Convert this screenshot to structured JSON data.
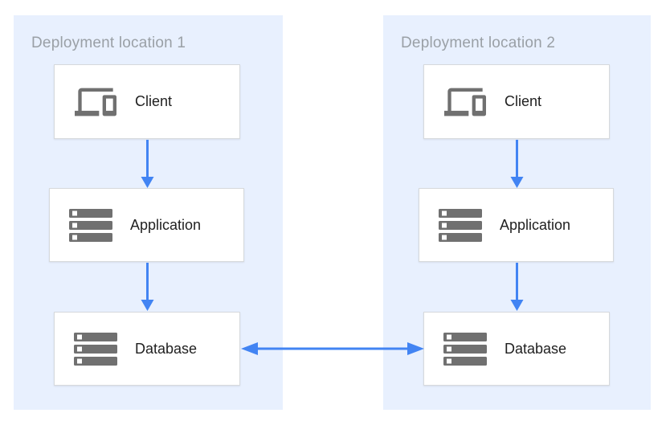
{
  "diagram": {
    "type": "architecture-diagram",
    "locations": [
      {
        "title": "Deployment location 1",
        "nodes": [
          {
            "label": "Client",
            "icon": "devices-icon"
          },
          {
            "label": "Application",
            "icon": "server-stack-icon"
          },
          {
            "label": "Database",
            "icon": "server-stack-icon"
          }
        ]
      },
      {
        "title": "Deployment location 2",
        "nodes": [
          {
            "label": "Client",
            "icon": "devices-icon"
          },
          {
            "label": "Application",
            "icon": "server-stack-icon"
          },
          {
            "label": "Database",
            "icon": "server-stack-icon"
          }
        ]
      }
    ],
    "connections": [
      {
        "from": "location-1 Client",
        "to": "location-1 Application",
        "type": "arrow-down"
      },
      {
        "from": "location-1 Application",
        "to": "location-1 Database",
        "type": "arrow-down"
      },
      {
        "from": "location-2 Client",
        "to": "location-2 Application",
        "type": "arrow-down"
      },
      {
        "from": "location-2 Application",
        "to": "location-2 Database",
        "type": "arrow-down"
      },
      {
        "from": "location-1 Database",
        "to": "location-2 Database",
        "type": "arrow-bidirectional"
      }
    ],
    "colors": {
      "panel_background": "#e8f0fe",
      "panel_title_text": "#9aa0a6",
      "node_background": "#ffffff",
      "node_border": "#d6d9dc",
      "node_label_text": "#212121",
      "icon_gray": "#707070",
      "arrow_blue": "#4284f3"
    }
  }
}
